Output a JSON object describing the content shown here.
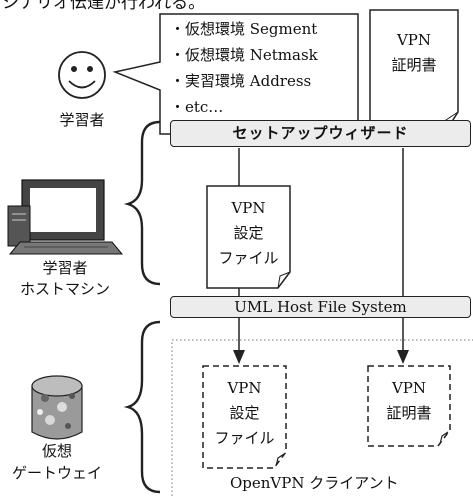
{
  "header": {
    "cut_text": "シナリオ伝達が行われる。"
  },
  "speech_bubble": {
    "items": [
      "・仮想環境 Segment",
      "・仮想環境 Netmask",
      "・実習環境 Address",
      "・etc…"
    ]
  },
  "cert_doc_top": {
    "line1": "VPN",
    "line2": "証明書"
  },
  "actors": {
    "learner": "学習者",
    "host_line1": "学習者",
    "host_line2": "ホストマシン",
    "gateway_line1": "仮想",
    "gateway_line2": "ゲートウェイ"
  },
  "bars": {
    "setup_wizard": "セットアップウィザード",
    "uml_fs": "UML Host File System"
  },
  "config_doc_mid": {
    "line1": "VPN",
    "line2": "設定",
    "line3": "ファイル"
  },
  "config_doc_bottom": {
    "line1": "VPN",
    "line2": "設定",
    "line3": "ファイル"
  },
  "cert_doc_bottom": {
    "line1": "VPN",
    "line2": "証明書"
  },
  "client_label": "OpenVPN クライアント"
}
